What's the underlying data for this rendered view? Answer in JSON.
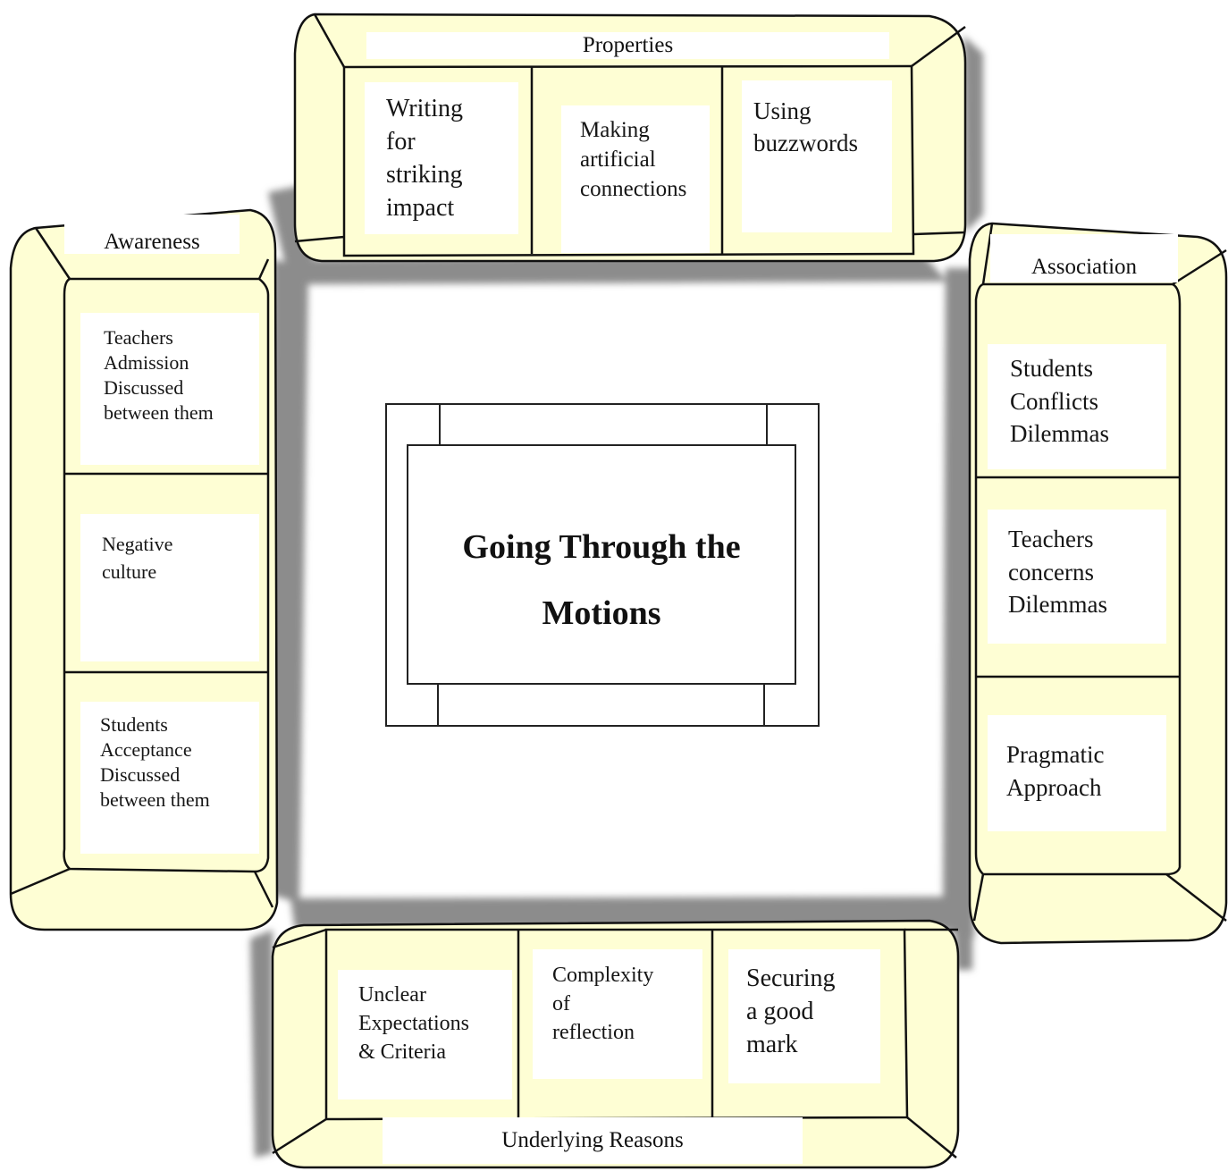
{
  "title": "Going Through the Motions",
  "colors": {
    "fill": "#fefed4",
    "shadow": "#8a8a8a",
    "line": "#111111"
  },
  "properties": {
    "header": "Properties",
    "items": [
      "Writing\nfor\nstriking\nimpact",
      "Making\nartificial\nconnections",
      "Using\nbuzzwords"
    ]
  },
  "awareness": {
    "header": "Awareness",
    "items": [
      "Teachers\nAdmission\nDiscussed\nbetween them",
      "Negative\nculture",
      "Students\nAcceptance\nDiscussed\nbetween them"
    ]
  },
  "association": {
    "header": "Association",
    "items": [
      "Students\nConflicts\nDilemmas",
      "Teachers\nconcerns\nDilemmas",
      "Pragmatic\nApproach"
    ]
  },
  "underlying_reasons": {
    "header": "Underlying Reasons",
    "items": [
      "Unclear\nExpectations\n & Criteria",
      "Complexity\nof\nreflection",
      "Securing\na good\nmark"
    ]
  }
}
